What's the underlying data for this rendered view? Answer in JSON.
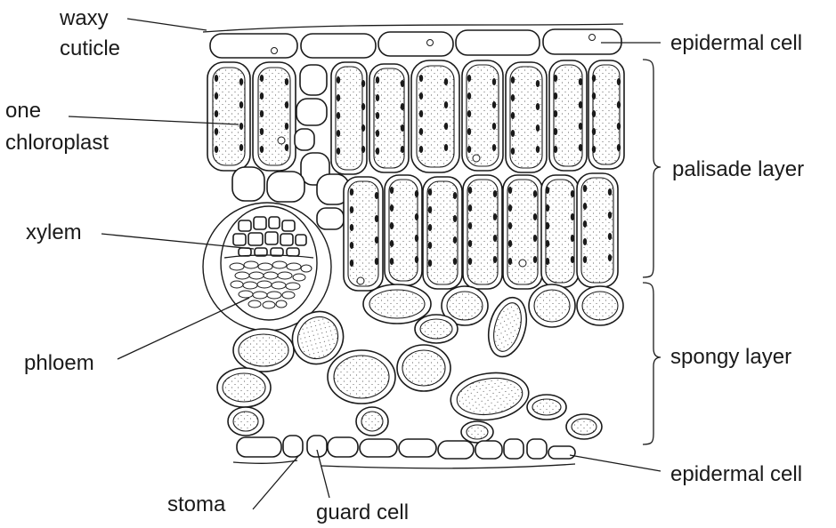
{
  "labels": {
    "waxy_cuticle_1": "waxy",
    "waxy_cuticle_2": "cuticle",
    "one_chloroplast_1": "one",
    "one_chloroplast_2": "chloroplast",
    "xylem": "xylem",
    "phloem": "phloem",
    "stoma": "stoma",
    "guard_cell": "guard cell",
    "epidermal_cell_top": "epidermal cell",
    "palisade_layer": "palisade layer",
    "spongy_layer": "spongy layer",
    "epidermal_cell_bottom": "epidermal cell"
  },
  "colors": {
    "ink": "#1a1a1a",
    "background": "#ffffff"
  }
}
